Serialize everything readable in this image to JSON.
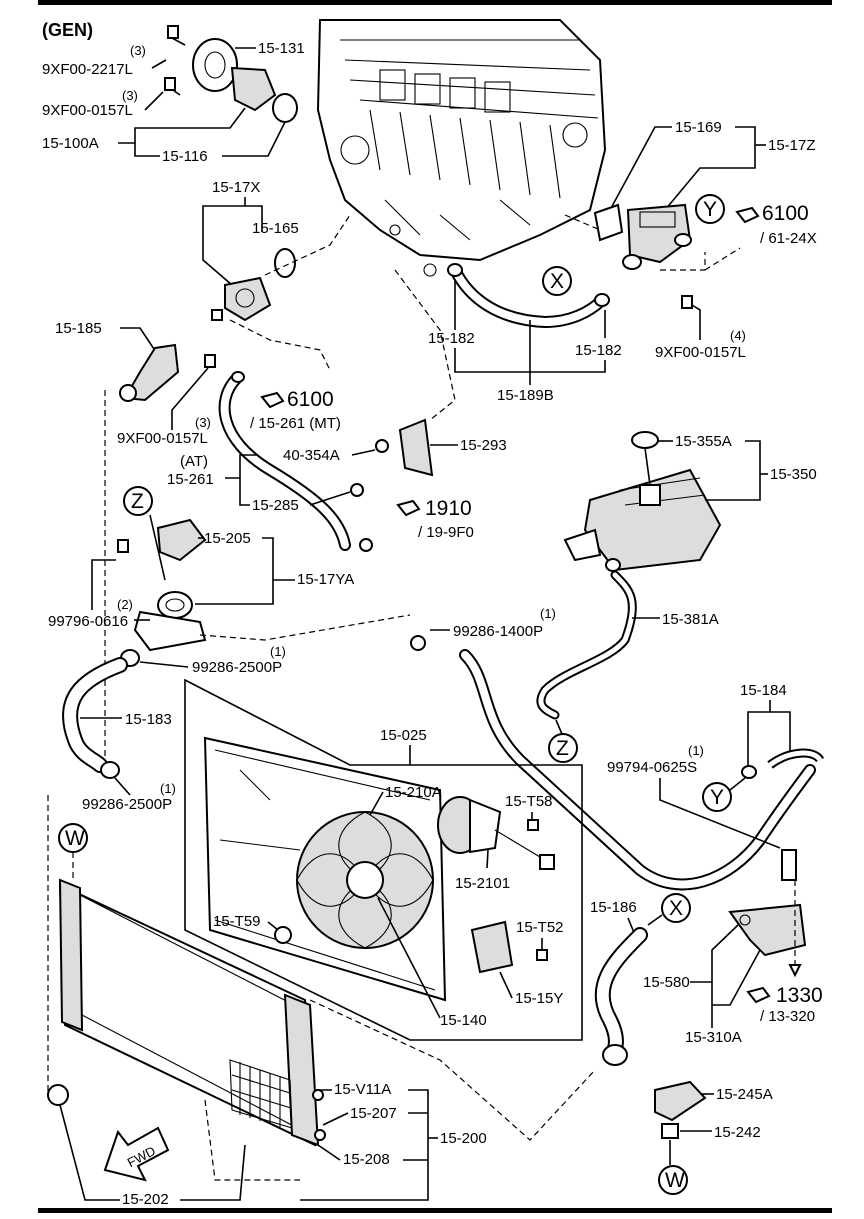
{
  "title": "(GEN)",
  "labels": {
    "l15_131": "15-131",
    "l15_100A": "15-100A",
    "l15_116": "15-116",
    "l15_169": "15-169",
    "l15_17Z": "15-17Z",
    "l15_17X": "15-17X",
    "l15_165": "15-165",
    "l15_185": "15-185",
    "l15_182a": "15-182",
    "l15_182b": "15-182",
    "l15_189B": "15-189B",
    "l40_354A": "40-354A",
    "l15_293": "15-293",
    "l15_261": "15-261",
    "l15_285": "15-285",
    "l15_205": "15-205",
    "l15_17YA": "15-17YA",
    "l15_355A": "15-355A",
    "l15_350": "15-350",
    "l15_381A": "15-381A",
    "l15_183": "15-183",
    "l15_025": "15-025",
    "l15_210A": "15-210A",
    "l15_T58": "15-T58",
    "l15_2101": "15-2101",
    "l15_T59": "15-T59",
    "l15_T52": "15-T52",
    "l15_140": "15-140",
    "l15_15Y": "15-15Y",
    "l15_184": "15-184",
    "l15_186": "15-186",
    "l15_580": "15-580",
    "l15_310A": "15-310A",
    "l15_V11A": "15-V11A",
    "l15_207": "15-207",
    "l15_208": "15-208",
    "l15_200": "15-200",
    "l15_202": "15-202",
    "l15_245A": "15-245A",
    "l15_242": "15-242"
  },
  "part_numbers": {
    "p9xf00_2217": "9XF00-2217L",
    "p9xf00_0157_top": "9XF00-0157L",
    "p9xf00_0157_right": "9XF00-0157L",
    "p9xf00_0157_mid": "9XF00-0157L",
    "p99796_0616": "99796-0616",
    "p99286_1400P": "99286-1400P",
    "p99286_2500P_a": "99286-2500P",
    "p99286_2500P_b": "99286-2500P",
    "p99794_0625S": "99794-0625S"
  },
  "quantities": {
    "q3a": "(3)",
    "q3b": "(3)",
    "q4": "(4)",
    "q3c": "(3)",
    "q2": "(2)",
    "q1a": "(1)",
    "q1b": "(1)",
    "q1c": "(1)",
    "q1d": "(1)"
  },
  "references": {
    "ref6100_a": "6100",
    "ref6100_a_sub": "/ 61-24X",
    "ref6100_b": "6100",
    "ref6100_b_sub": "/ 15-261 (MT)",
    "ref1910": "1910",
    "ref1910_sub": "/ 19-9F0",
    "ref1330": "1330",
    "ref1330_sub": "/ 13-320",
    "at_note": "(AT)"
  },
  "markers": {
    "x1": "X",
    "x2": "X",
    "y1": "Y",
    "y2": "Y",
    "z1": "Z",
    "z2": "Z",
    "w1": "W",
    "w2": "W"
  },
  "fwd": "FWD"
}
